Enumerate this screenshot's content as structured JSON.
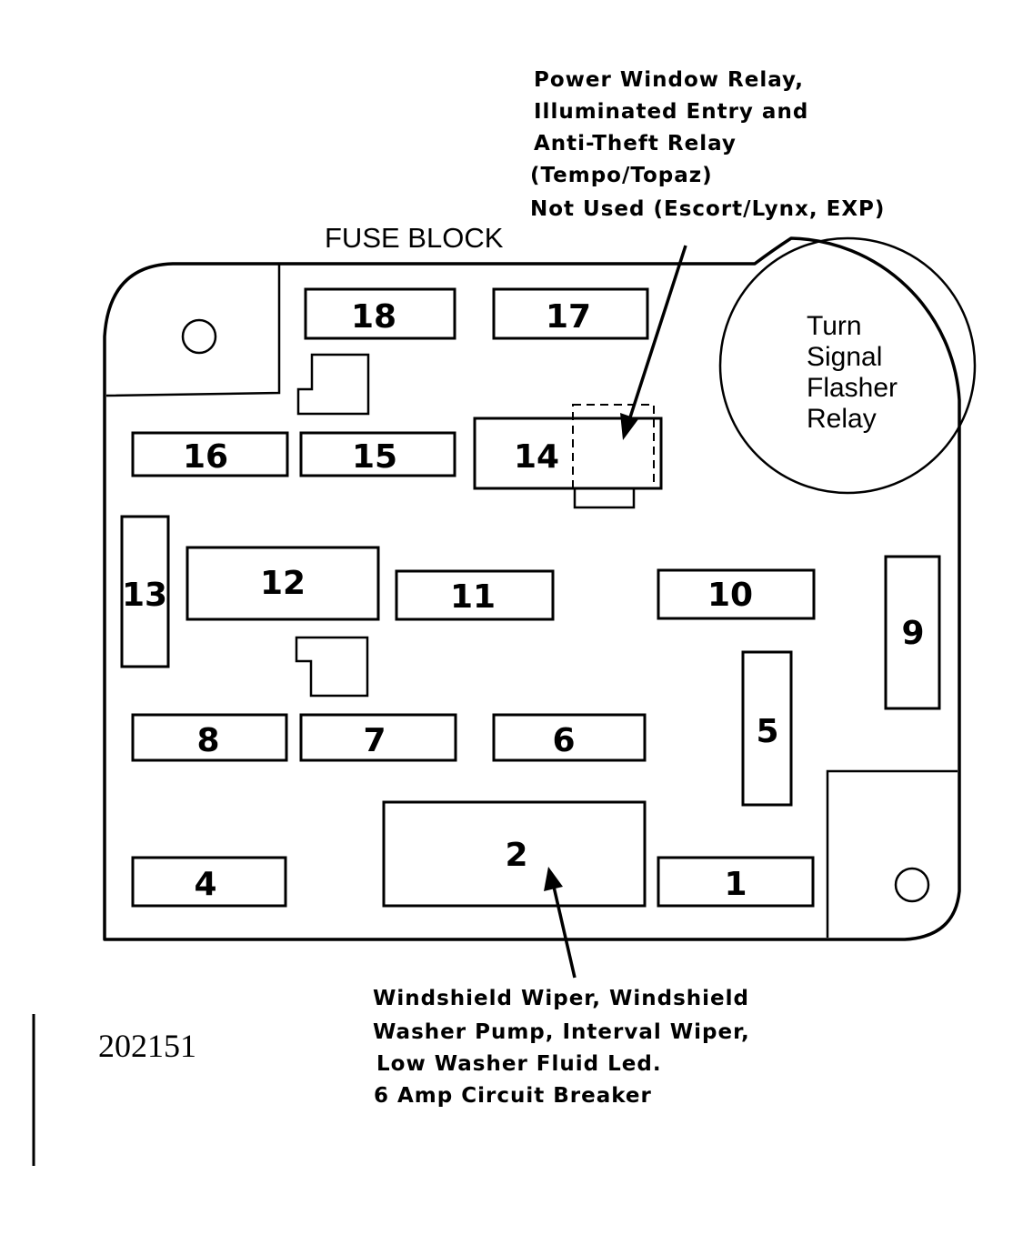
{
  "diagram": {
    "title": "FUSE BLOCK",
    "figure_number": "202151",
    "fuses": {
      "f18": "18",
      "f17": "17",
      "f16": "16",
      "f15": "15",
      "f14": "14",
      "f13": "13",
      "f12": "12",
      "f11": "11",
      "f10": "10",
      "f9": "9",
      "f8": "8",
      "f7": "7",
      "f6": "6",
      "f5": "5",
      "f4": "4",
      "f2": "2",
      "f1": "1"
    },
    "turn_signal_relay": {
      "line1": "Turn",
      "line2": "Signal",
      "line3": "Flasher",
      "line4": "Relay"
    },
    "power_window_callout": {
      "line1": "Power Window Relay,",
      "line2": "Illuminated Entry and",
      "line3": "Anti-Theft Relay",
      "line4": "(Tempo/Topaz)",
      "line5": "Not Used (Escort/Lynx, EXP)"
    },
    "wiper_callout": {
      "line1": "Windshield Wiper, Windshield",
      "line2": "Washer Pump, Interval Wiper,",
      "line3": "Low Washer Fluid Led.",
      "line4": "6 Amp Circuit Breaker"
    }
  }
}
